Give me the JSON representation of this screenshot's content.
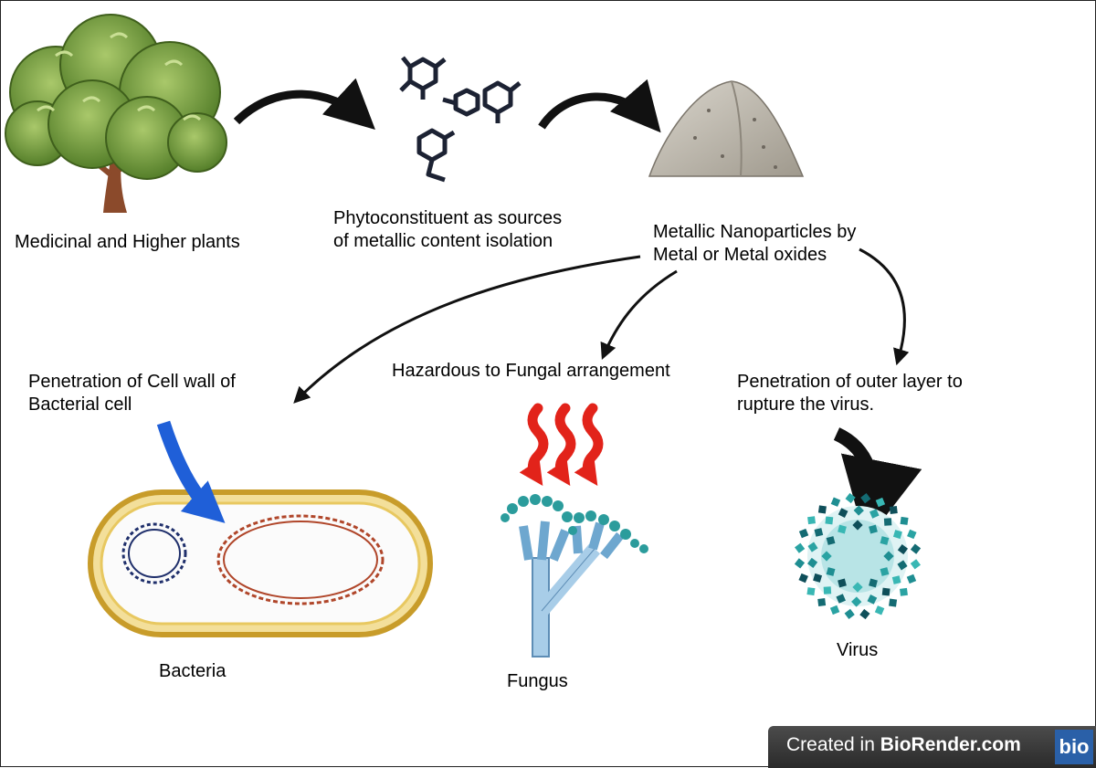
{
  "sources": {
    "plants": "Medicinal and Higher plants",
    "phyto": [
      "Phytoconstituent as sources",
      "of metallic content isolation"
    ],
    "nanoparticles": [
      "Metallic Nanoparticles by",
      "Metal or Metal oxides"
    ]
  },
  "effects": {
    "bacteria": [
      "Penetration of Cell wall of",
      "Bacterial cell"
    ],
    "fungi": "Hazardous to Fungal arrangement",
    "virus": [
      "Penetration of outer layer to",
      "rupture the virus."
    ]
  },
  "organisms": {
    "bacteria": "Bacteria",
    "fungus": "Fungus",
    "virus": "Virus"
  },
  "badge": {
    "prefix": "Created in ",
    "brand": "BioRender.com",
    "logo": "bio"
  },
  "icons": [
    "tree-icon",
    "molecule-icon",
    "powder-pile-icon",
    "bacteria-icon",
    "fungus-icon",
    "virus-icon",
    "curved-arrow-icon",
    "heat-wave-icon"
  ],
  "colors": {
    "arrow": "#111111",
    "bacteria_arrow": "#1f5fd8",
    "heat_arrows": "#e2231a",
    "virus": "#2aa3a3",
    "tree": "#6d9a3a"
  }
}
